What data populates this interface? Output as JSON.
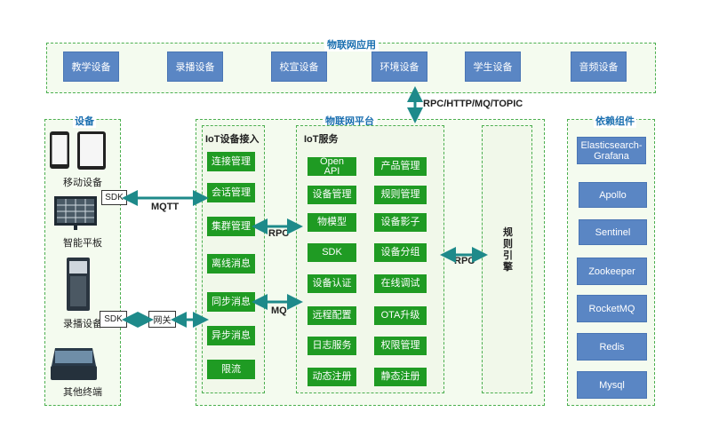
{
  "app_zone": {
    "title": "物联网应用",
    "items": [
      "教学设备",
      "录播设备",
      "校宣设备",
      "环境设备",
      "学生设备",
      "音频设备"
    ]
  },
  "connector_top": "RPC/HTTP/MQ/TOPIC",
  "devices_zone": {
    "title": "设备",
    "items": [
      "移动设备",
      "智能平板",
      "录播设备",
      "其他终端"
    ]
  },
  "sdk_labels": [
    "SDK",
    "SDK"
  ],
  "gateway_label": "网关",
  "mqtt_label": "MQTT",
  "platform_zone": {
    "title": "物联网平台"
  },
  "access": {
    "title": "IoT设备接入",
    "items": [
      "连接管理",
      "会话管理",
      "集群管理",
      "离线消息",
      "同步消息",
      "异步消息",
      "限流"
    ]
  },
  "rpc_label_1": "RPC",
  "mq_label": "MQ",
  "service": {
    "title": "IoT服务",
    "left": [
      "Open API",
      "设备管理",
      "物模型",
      "SDK",
      "设备认证",
      "远程配置",
      "日志服务",
      "动态注册"
    ],
    "right": [
      "产品管理",
      "规则管理",
      "设备影子",
      "设备分组",
      "在线调试",
      "OTA升级",
      "权限管理",
      "静态注册"
    ]
  },
  "rpc_label_2": "RPC",
  "rule_engine": [
    "规",
    "则",
    "引",
    "擎"
  ],
  "deps_zone": {
    "title": "依赖组件",
    "items": [
      "Elasticsearch-Grafana",
      "Apollo",
      "Sentinel",
      "Zookeeper",
      "RocketMQ",
      "Redis",
      "Mysql"
    ]
  },
  "colors": {
    "blue_box": "#5a86c4",
    "green_box": "#1f9b23",
    "zone_border": "#4caf50",
    "title_blue": "#1a6fb0",
    "arrow": "#1e8a8a"
  }
}
